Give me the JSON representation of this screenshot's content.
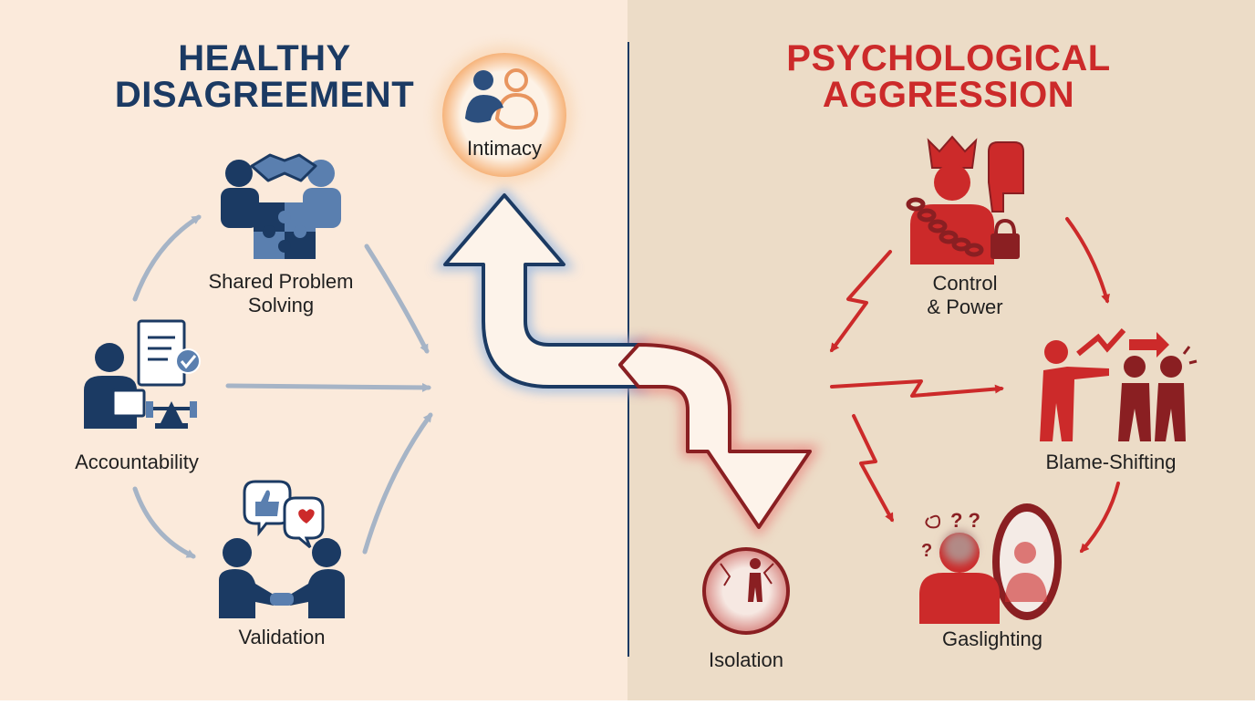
{
  "healthy": {
    "title_line1": "HEALTHY",
    "title_line2": "DISAGREEMENT",
    "items": {
      "shared_line1": "Shared Problem",
      "shared_line2": "Solving",
      "accountability": "Accountability",
      "validation": "Validation",
      "intimacy": "Intimacy"
    }
  },
  "aggression": {
    "title_line1": "PSYCHOLOGICAL",
    "title_line2": "AGGRESSION",
    "items": {
      "control_line1": "Control",
      "control_line2": "& Power",
      "blame": "Blame-Shifting",
      "gaslighting": "Gaslighting",
      "isolation": "Isolation"
    }
  },
  "colors": {
    "healthy_bg": "#fbeadb",
    "aggression_bg": "#ecdcc7",
    "navy": "#1b3a63",
    "mid_blue": "#5a7faf",
    "red": "#cc2a2a",
    "dark_red": "#8a1f22",
    "soft_arrow": "#a6b4c6"
  }
}
